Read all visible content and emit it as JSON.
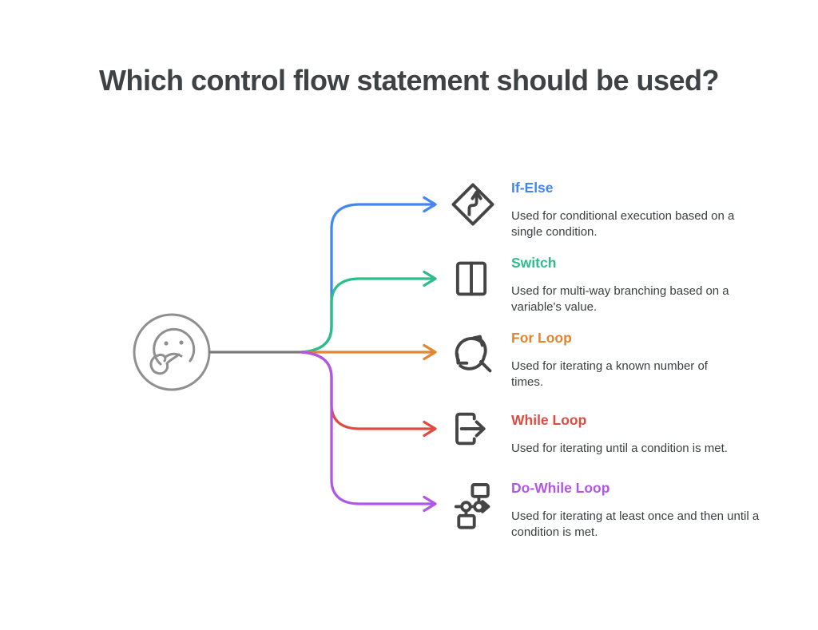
{
  "title": "Which control flow statement should be used?",
  "node": {
    "icon": "thinking-face-icon"
  },
  "branches": [
    {
      "label": "If-Else",
      "description": "Used for conditional execution based on a single condition.",
      "color": "#4285f4",
      "icon": "if-else-icon"
    },
    {
      "label": "Switch",
      "description": "Used for multi-way branching based on a variable's value.",
      "color": "#2ebd89",
      "icon": "switch-icon"
    },
    {
      "label": "For Loop",
      "description": "Used for iterating a known number of times.",
      "color": "#e0862e",
      "icon": "for-loop-icon"
    },
    {
      "label": "While Loop",
      "description": "Used for iterating until a condition is met.",
      "color": "#de4b41",
      "icon": "while-loop-icon"
    },
    {
      "label": "Do-While Loop",
      "description": "Used for iterating at least once and then until a condition is met.",
      "color": "#b156e6",
      "icon": "do-while-loop-icon"
    }
  ],
  "colors": {
    "background": "#ffffff",
    "title_text": "#3e4245",
    "description_text": "#3b3e41",
    "connector": "#7a7a7a",
    "node_outline": "#8f8f8f",
    "icon_stroke": "#454545"
  }
}
